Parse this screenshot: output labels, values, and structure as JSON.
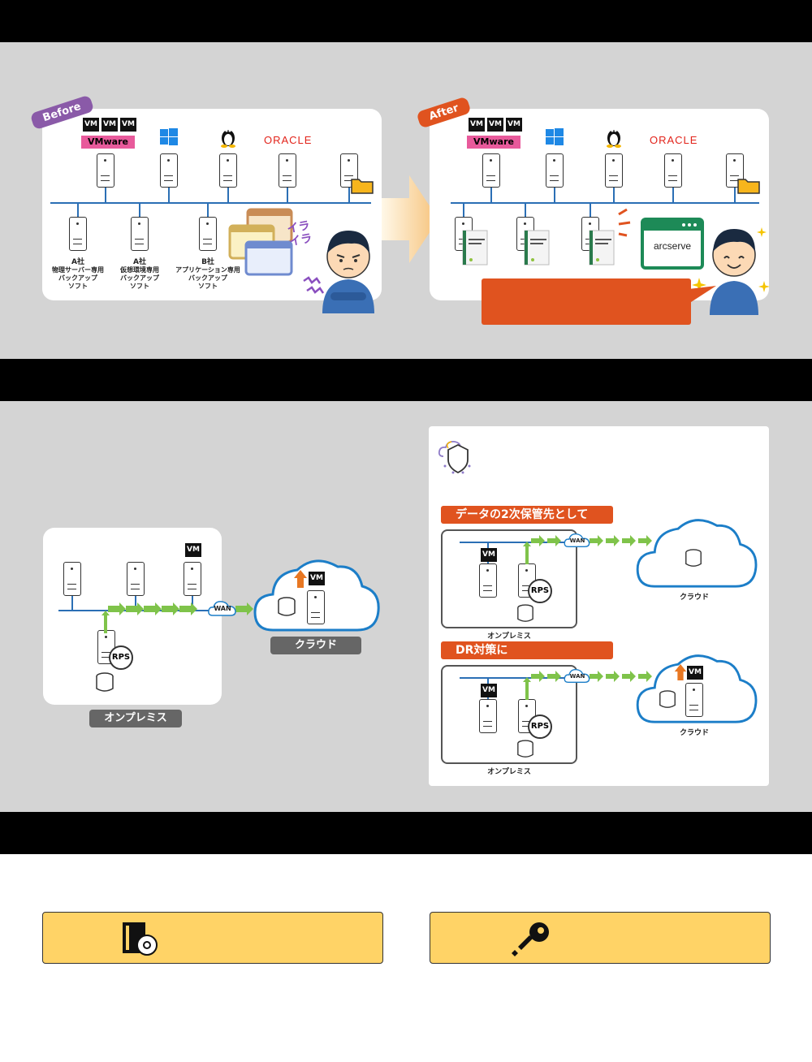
{
  "before_after": {
    "before_tag": "Before",
    "after_tag": "After",
    "vm_label": "VM",
    "vmware_label": "VMware",
    "oracle_label": "ORACLE",
    "arcserve_label": "arcserve",
    "ira_text": "イライラ",
    "company_servers": [
      {
        "line1": "A社",
        "line2": "物理サーバー専用",
        "line3": "バックアップ",
        "line4": "ソフト"
      },
      {
        "line1": "A社",
        "line2": "仮想環境専用",
        "line3": "バックアップ",
        "line4": "ソフト"
      },
      {
        "line1": "B社",
        "line2": "アプリケーション専用",
        "line3": "バックアップ",
        "line4": "ソフト"
      }
    ]
  },
  "left_diagram": {
    "vm_label": "VM",
    "wan_label": "WAN",
    "rps_label": "RPS",
    "cloud_label": "クラウド",
    "onprem_label": "オンプレミス"
  },
  "right_diagram": {
    "scenario1_title": "データの2次保管先として",
    "scenario2_title": "DR対策に",
    "vm_label": "VM",
    "wan_label": "WAN",
    "rps_label": "RPS",
    "cloud_label": "クラウド",
    "onprem_label": "オンプレミス"
  },
  "colors": {
    "band": "#000000",
    "section_bg": "#d4d4d4",
    "before_tag": "#8a5aa8",
    "after_tag": "#e0531f",
    "network_line": "#2b6fb5",
    "cloud_stroke": "#1c7ec8",
    "arrow_green": "#7fc34a",
    "upload_orange": "#e87722",
    "yellow_button": "#ffd366",
    "arcserve_green": "#1d8a57"
  },
  "icons": [
    "windows-icon",
    "linux-penguin-icon",
    "folder-icon",
    "cloud-icon",
    "database-icon",
    "disc-case-icon",
    "key-icon",
    "cloud-shield-icon"
  ]
}
